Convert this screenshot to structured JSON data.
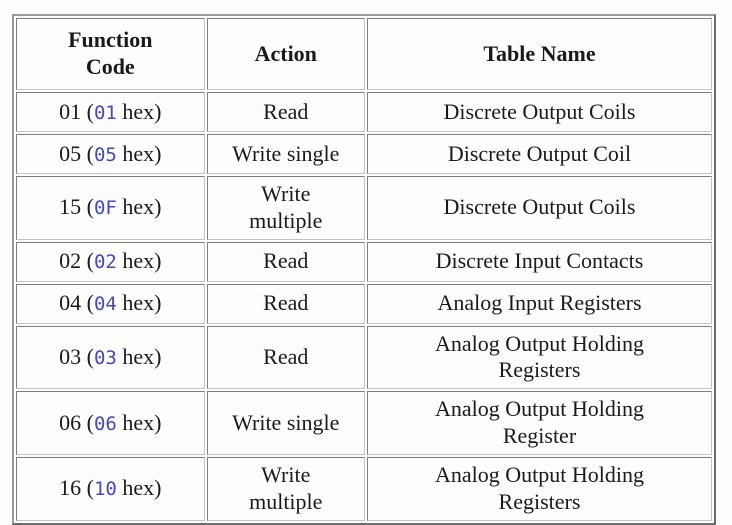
{
  "table": {
    "headers": {
      "function_code": "Function\nCode",
      "action": "Action",
      "table_name": "Table Name"
    },
    "rows": [
      {
        "code_prefix": "01 (",
        "code_hex": "01",
        "code_suffix": " hex)",
        "action": "Read",
        "table_name": "Discrete Output Coils"
      },
      {
        "code_prefix": "05 (",
        "code_hex": "05",
        "code_suffix": " hex)",
        "action": "Write single",
        "table_name": "Discrete Output Coil"
      },
      {
        "code_prefix": "15 (",
        "code_hex": "0F",
        "code_suffix": " hex)",
        "action": "Write\nmultiple",
        "table_name": "Discrete Output Coils"
      },
      {
        "code_prefix": "02 (",
        "code_hex": "02",
        "code_suffix": " hex)",
        "action": "Read",
        "table_name": "Discrete Input Contacts"
      },
      {
        "code_prefix": "04 (",
        "code_hex": "04",
        "code_suffix": " hex)",
        "action": "Read",
        "table_name": "Analog Input Registers"
      },
      {
        "code_prefix": "03 (",
        "code_hex": "03",
        "code_suffix": " hex)",
        "action": "Read",
        "table_name": "Analog Output Holding\nRegisters"
      },
      {
        "code_prefix": "06 (",
        "code_hex": "06",
        "code_suffix": " hex)",
        "action": "Write single",
        "table_name": "Analog Output Holding\nRegister"
      },
      {
        "code_prefix": "16 (",
        "code_hex": "10",
        "code_suffix": " hex)",
        "action": "Write\nmultiple",
        "table_name": "Analog Output Holding\nRegisters"
      }
    ]
  },
  "colors": {
    "page_background": "#fdfdfd",
    "text": "#1a1a1a",
    "hex_code_blue": "#4747bf",
    "border_gray": "#7d7d7d"
  }
}
